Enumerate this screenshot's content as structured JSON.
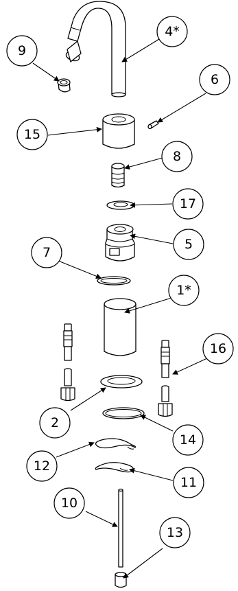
{
  "balloons": [
    {
      "id": "4",
      "label": "4*"
    },
    {
      "id": "9",
      "label": "9"
    },
    {
      "id": "6",
      "label": "6"
    },
    {
      "id": "15",
      "label": "15"
    },
    {
      "id": "8",
      "label": "8"
    },
    {
      "id": "17",
      "label": "17"
    },
    {
      "id": "7",
      "label": "7"
    },
    {
      "id": "5",
      "label": "5"
    },
    {
      "id": "1",
      "label": "1*"
    },
    {
      "id": "16",
      "label": "16"
    },
    {
      "id": "2",
      "label": "2"
    },
    {
      "id": "14",
      "label": "14"
    },
    {
      "id": "12",
      "label": "12"
    },
    {
      "id": "11",
      "label": "11"
    },
    {
      "id": "10",
      "label": "10"
    },
    {
      "id": "13",
      "label": "13"
    }
  ],
  "colors": {
    "line": "#000000",
    "fill": "#ffffff"
  }
}
